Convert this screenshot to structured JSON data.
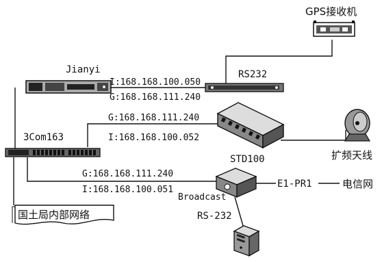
{
  "labels": {
    "gps": "GPS接收机",
    "jianyi": "Jianyi",
    "rs232_top": "RS232",
    "jianyi_i": "I:168.168.100.050",
    "jianyi_g": "G:168.168.111.240",
    "mid_g": "G:168.168.111.240",
    "mid_i": "I:168.168.100.052",
    "com3": "3Com163",
    "std100": "STD100",
    "antenna": "扩频天线",
    "low_g": "G:168.168.111.240",
    "low_i": "I:168.168.100.051",
    "broadcast": "Broadcast",
    "e1": "E1-PR1",
    "telecom": "电信网",
    "rs232_bottom": "RS-232",
    "bureau": "国土局内部网络"
  }
}
